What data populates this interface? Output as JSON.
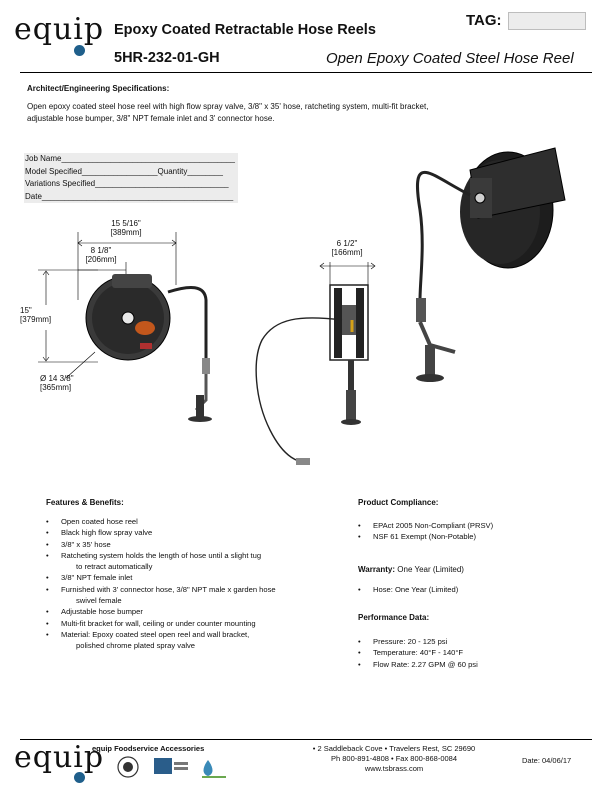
{
  "header": {
    "logo_text": "equip",
    "title": "Epoxy Coated Retractable Hose Reels",
    "model": "5HR-232-01-GH",
    "subtitle": "Open Epoxy Coated Steel Hose Reel",
    "tag_label": "TAG:"
  },
  "specs": {
    "heading": "Architect/Engineering Specifications:",
    "line1": "Open epoxy coated steel hose reel with high flow spray valve, 3/8\" x 35' hose, ratcheting system, multi-fit bracket,",
    "line2": "adjustable hose bumper, 3/8\" NPT female inlet and 3' connector hose."
  },
  "job_info": {
    "job_name": "Job Name_______________________________________",
    "model_specified": "Model Specified_________________Quantity________",
    "variations": "Variations Specified______________________________",
    "date": "Date___________________________________________"
  },
  "dimensions": {
    "width_in": "15 5/16\"",
    "width_mm": "[389mm]",
    "half_in": "8 1/8\"",
    "half_mm": "[206mm]",
    "height_in": "15\"",
    "height_mm": "[379mm]",
    "dia_in": "Ø 14 3/8\"",
    "dia_mm": "[365mm]",
    "depth_in": "6 1/2\"",
    "depth_mm": "[166mm]"
  },
  "features": {
    "heading": "Features & Benefits:",
    "items": [
      {
        "text": "Open coated hose reel",
        "cont": ""
      },
      {
        "text": "Black high flow spray valve",
        "cont": ""
      },
      {
        "text": "3/8\" x 35' hose",
        "cont": ""
      },
      {
        "text": "Ratcheting system holds the length of hose until a slight tug",
        "cont": "to retract automatically"
      },
      {
        "text": "3/8\" NPT female inlet",
        "cont": ""
      },
      {
        "text": "Furnished with 3' connector hose, 3/8\" NPT male x garden hose",
        "cont": "swivel female"
      },
      {
        "text": "Adjustable hose bumper",
        "cont": ""
      },
      {
        "text": "Multi-fit bracket for wall, ceiling or under counter mounting",
        "cont": ""
      },
      {
        "text": "Material: Epoxy coated steel open reel and wall bracket,",
        "cont": "polished chrome plated spray valve"
      }
    ]
  },
  "compliance": {
    "heading": "Product Compliance:",
    "items": [
      "EPAct 2005 Non-Compliant (PRSV)",
      "NSF 61 Exempt (Non-Potable)"
    ]
  },
  "warranty": {
    "heading": "Warranty:",
    "heading_rest": " One Year (Limited)",
    "items": [
      "Hose: One Year (Limited)"
    ]
  },
  "performance": {
    "heading": "Performance Data:",
    "items": [
      "Pressure: 20 - 125 psi",
      "Temperature: 40°F - 140°F",
      "Flow Rate: 2.27 GPM @ 60 psi"
    ]
  },
  "footer": {
    "brand": "equip Foodservice Accessories",
    "address": "• 2 Saddleback Cove • Travelers Rest, SC 29690",
    "phone": "Ph 800-891-4808 • Fax 800-868-0084",
    "web": "www.tsbrass.com",
    "date": "Date: 04/06/17"
  },
  "colors": {
    "reel": "#1b1b1b",
    "accent_orange": "#c2571c",
    "logo_blue": "#1f5f8b",
    "field_bg": "#ececec"
  }
}
